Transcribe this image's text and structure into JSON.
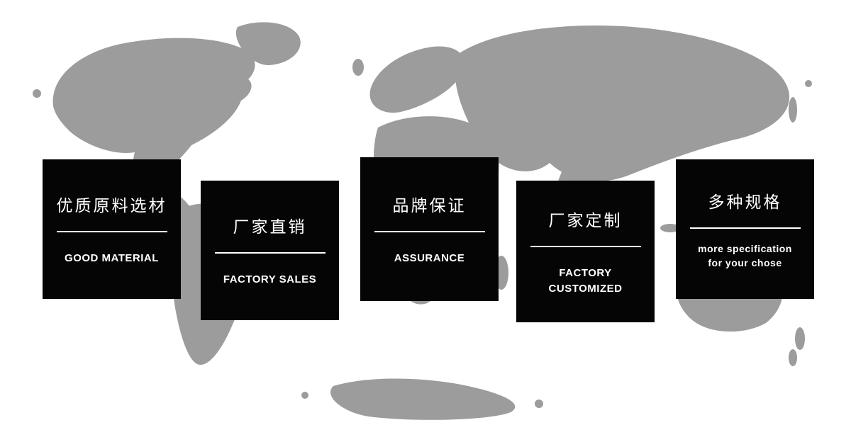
{
  "colors": {
    "map": "#9c9c9c",
    "card_background": "#050505",
    "card_text": "#ffffff"
  },
  "background": {
    "description": "gray world map"
  },
  "cards": [
    {
      "title": "优质原料选材",
      "subtitle": "GOOD MATERIAL"
    },
    {
      "title": "厂家直销",
      "subtitle": "FACTORY SALES"
    },
    {
      "title": "品牌保证",
      "subtitle": "ASSURANCE"
    },
    {
      "title": "厂家定制",
      "subtitle": "FACTORY CUSTOMIZED"
    },
    {
      "title": "多种规格",
      "subtitle": "more specification\nfor your chose"
    }
  ]
}
